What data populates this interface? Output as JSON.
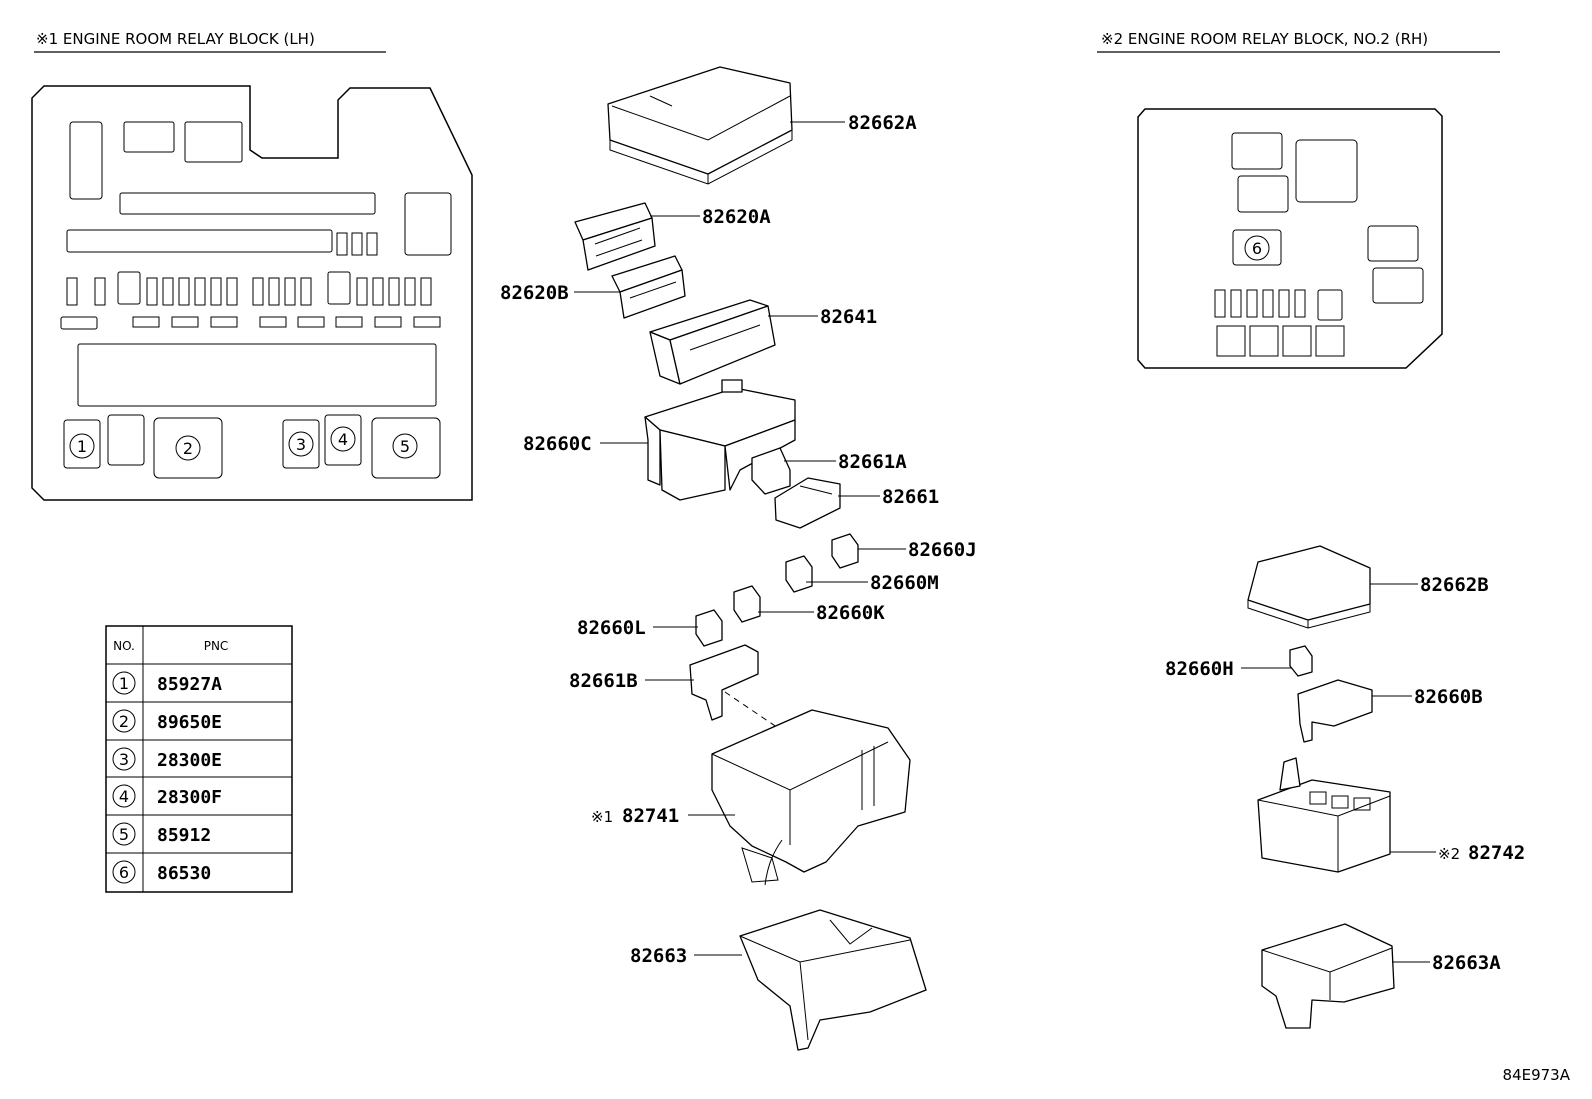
{
  "headers": {
    "lh": "※1  ENGINE ROOM RELAY BLOCK (LH)",
    "rh": "※2  ENGINE ROOM RELAY BLOCK, NO.2 (RH)"
  },
  "position_marks": [
    "1",
    "2",
    "3",
    "4",
    "5",
    "6"
  ],
  "table": {
    "col_no": "NO.",
    "col_pnc": "PNC",
    "rows": [
      {
        "no": "1",
        "pnc": "85927A"
      },
      {
        "no": "2",
        "pnc": "89650E"
      },
      {
        "no": "3",
        "pnc": "28300E"
      },
      {
        "no": "4",
        "pnc": "28300F"
      },
      {
        "no": "5",
        "pnc": "85912"
      },
      {
        "no": "6",
        "pnc": "86530"
      }
    ]
  },
  "callouts": {
    "p82662A": "82662A",
    "p82620A": "82620A",
    "p82620B": "82620B",
    "p82641": "82641",
    "p82660C": "82660C",
    "p82661A": "82661A",
    "p82661": "82661",
    "p82660J": "82660J",
    "p82660M": "82660M",
    "p82660K": "82660K",
    "p82660L": "82660L",
    "p82661B": "82661B",
    "p82741_mark": "※1",
    "p82741": "82741",
    "p82663": "82663",
    "p82662B": "82662B",
    "p82660H": "82660H",
    "p82660B": "82660B",
    "p82742_mark": "※2",
    "p82742": "82742",
    "p82663A": "82663A"
  },
  "figure_code": "84E973A"
}
